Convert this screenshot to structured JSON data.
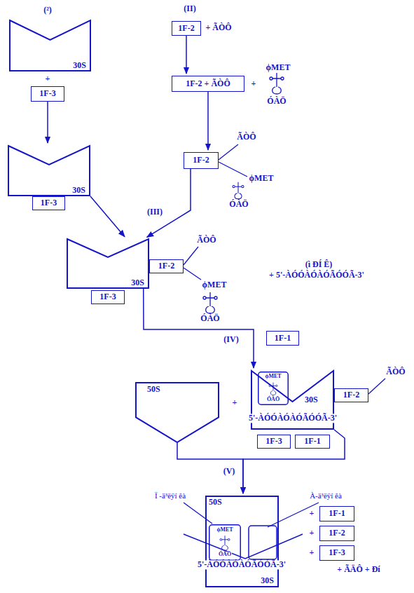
{
  "diagram": {
    "nodes": [
      {
        "text": [
          "30S"
        ]
      },
      {
        "text": [
          "1F-3"
        ]
      },
      {
        "text": [
          "30S"
        ]
      },
      {
        "text": [
          "1F-3"
        ]
      },
      {
        "text": [
          "1F-2"
        ]
      },
      {
        "text": [
          "1F-2 + ÃÒÔ"
        ]
      },
      {
        "text": [
          "1F-2"
        ]
      },
      {
        "text": [
          "30S"
        ]
      },
      {
        "text": [
          "1F-2"
        ]
      },
      {
        "text": [
          "1F-3"
        ]
      },
      {
        "text": [
          "50S"
        ]
      },
      {
        "text": [
          "30S"
        ]
      },
      {
        "text": [
          "ϕMET",
          "ÓÀÖ"
        ],
        "in": 11
      },
      {
        "text": [
          "1F-2"
        ]
      },
      {
        "text": [
          "1F-3"
        ]
      },
      {
        "text": [
          "1F-1"
        ]
      },
      {
        "text": [
          "1F-1"
        ]
      },
      {
        "text": [
          "50S",
          "30S"
        ]
      },
      {
        "text": [
          "ϕMET",
          "ÓÀÖ"
        ],
        "in": 17
      },
      {
        "text": [
          "1F-1"
        ]
      },
      {
        "text": [
          "1F-2"
        ]
      },
      {
        "text": [
          "1F-3"
        ]
      }
    ],
    "edges": [
      {
        "from": 1,
        "to": 2,
        "arrow": "to"
      },
      {
        "from": 4,
        "to": 5,
        "arrow": "to"
      },
      {
        "from": 5,
        "to": 6,
        "arrow": "to"
      },
      {
        "from": 2,
        "to": 7,
        "arrow": "to"
      },
      {
        "from": 6,
        "to": 7,
        "arrow": "to"
      },
      {
        "from": 7,
        "to": 11,
        "arrow": "to"
      },
      {
        "from": 10,
        "to": 17,
        "arrow": "to"
      },
      {
        "from": 11,
        "to": 17,
        "arrow": "to"
      }
    ],
    "labels": [
      "(²)",
      "+",
      "(II)",
      "+ ÃÒÔ",
      "+",
      "ϕMET",
      "ÓÀÖ",
      "ÃÒÔ",
      "ϕMET",
      "ÓÀÖ",
      "(III)",
      "ÃÒÔ",
      "ϕMET",
      "ÓÀÖ",
      "(ì ÐÍ Ê)",
      "+ 5'-ÀÓÓÀÓÀÓÃÓÓÃ-3'",
      "(IV)",
      "+",
      "ÃÒÔ",
      "5'-ÀÓÓÀÓÀÓÃÓÓÃ-3'",
      "(V)",
      "Ï -ä³ëÿí êà",
      "À-ä³ëÿí êà",
      "5'-ÀÓÓÀÓÀÓÃÓÓÃ-3'",
      "+",
      "+",
      "+",
      "+ ÃÄÔ + Ðí"
    ]
  }
}
